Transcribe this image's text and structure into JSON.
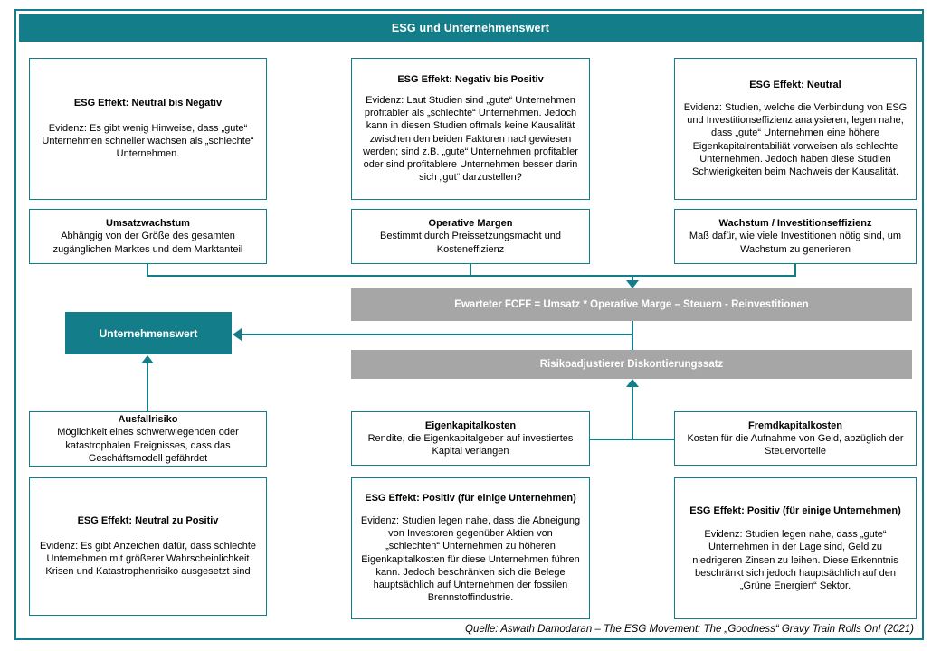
{
  "colors": {
    "teal": "#137E8A",
    "bar_gray": "#A6A6A6"
  },
  "header": {
    "title": "ESG und Unternehmenswert"
  },
  "top_row": [
    {
      "title": "ESG Effekt: Neutral bis Negativ",
      "body": "Evidenz: Es gibt wenig Hinweise, dass „gute“ Unternehmen schneller wachsen als „schlechte“ Unternehmen."
    },
    {
      "title": "ESG Effekt: Negativ bis Positiv",
      "body": "Evidenz: Laut Studien sind „gute“ Unternehmen profitabler als „schlechte“ Unternehmen. Jedoch kann in diesen Studien oftmals keine Kausalität zwischen den beiden Faktoren nachgewiesen werden; sind z.B. „gute“ Unternehmen profitabler oder sind profitablere Unternehmen besser darin sich „gut“ darzustellen?"
    },
    {
      "title": "ESG Effekt: Neutral",
      "body": "Evidenz: Studien, welche die Verbindung von ESG und Investitionseffizienz analysieren, legen nahe, dass „gute“ Unternehmen eine höhere Eigenkapitalrentabiliät vorweisen als schlechte Unternehmen. Jedoch haben diese Studien Schwierigkeiten beim Nachweis der Kausalität."
    }
  ],
  "driver_row": [
    {
      "title": "Umsatzwachstum",
      "body": "Abhängig von der Größe des gesamten zugänglichen Marktes und dem Marktanteil"
    },
    {
      "title": "Operative Margen",
      "body": "Bestimmt durch Preissetzungsmacht und Kosteneffizienz"
    },
    {
      "title": "Wachstum / Investitionseffizienz",
      "body": "Maß dafür, wie viele Investitionen nötig sind, um Wachstum zu generieren"
    }
  ],
  "bars": {
    "fcff": "Ewarteter FCFF  = Umsatz * Operative Marge – Steuern - Reinvestitionen",
    "discount": "Risikoadjustierer Diskontierungssatz"
  },
  "value_box": {
    "label": "Unternehmenswert"
  },
  "risk_row": [
    {
      "title": "Ausfallrisiko",
      "body": "Möglichkeit eines schwerwiegenden oder katastrophalen Ereignisses, dass das Geschäftsmodell gefährdet"
    },
    {
      "title": "Eigenkapitalkosten",
      "body": "Rendite, die Eigenkapitalgeber auf investiertes Kapital verlangen"
    },
    {
      "title": "Fremdkapitalkosten",
      "body": "Kosten für die Aufnahme von Geld, abzüglich der Steuervorteile"
    }
  ],
  "bottom_row": [
    {
      "title": "ESG Effekt: Neutral zu Positiv",
      "body": "Evidenz: Es gibt Anzeichen dafür, dass schlechte Unternehmen mit größerer Wahrscheinlichkeit Krisen und Katastrophenrisiko ausgesetzt sind"
    },
    {
      "title": "ESG Effekt: Positiv (für einige Unternehmen)",
      "body": "Evidenz: Studien legen nahe, dass die Abneigung von Investoren gegenüber Aktien von „schlechten“ Unternehmen zu höheren Eigenkapitalkosten für diese Unternehmen führen kann. Jedoch beschränken sich die Belege hauptsächlich auf Unternehmen der fossilen Brennstoffindustrie."
    },
    {
      "title": "ESG Effekt: Positiv (für einige Unternehmen)",
      "body": "Evidenz: Studien legen nahe, dass „gute“ Unternehmen  in der Lage sind, Geld zu niedrigeren Zinsen zu leihen. Diese Erkenntnis beschränkt sich jedoch hauptsächlich auf den „Grüne Energien“ Sektor."
    }
  ],
  "footer": {
    "source": "Quelle: Aswath Damodaran – The ESG Movement: The „Goodness“ Gravy Train Rolls On! (2021)"
  }
}
